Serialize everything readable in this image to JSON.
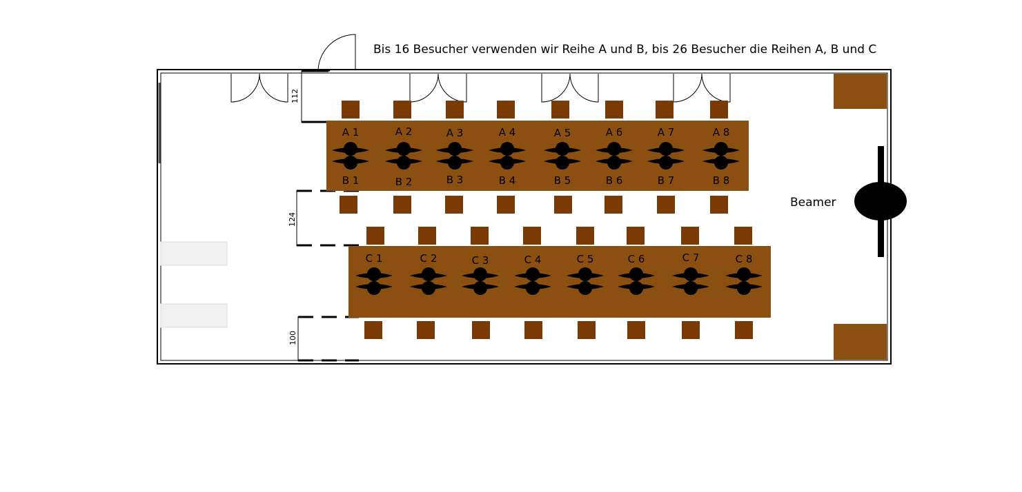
{
  "caption": "Bis 16 Besucher verwenden wir Reihe A und B, bis 26 Besucher die Reihen A, B und C",
  "beamer_label": "Beamer",
  "dimensions": {
    "top_gap": "112",
    "middle_gap": "124",
    "bottom_gap": "100"
  },
  "rows": {
    "a": [
      "A 1",
      "A 2",
      "A 3",
      "A 4",
      "A 5",
      "A 6",
      "A 7",
      "A 8"
    ],
    "b": [
      "B 1",
      "B 2",
      "B 3",
      "B 4",
      "B 5",
      "B 6",
      "B 7",
      "B 8"
    ],
    "c": [
      "C 1",
      "C 2",
      "C 3",
      "C 4",
      "C 5",
      "C 6",
      "C 7",
      "C 8"
    ]
  },
  "colors": {
    "table": "#8b4f12",
    "chair": "#7a3a06",
    "wall": "#000000",
    "seat_marker": "#000000"
  }
}
